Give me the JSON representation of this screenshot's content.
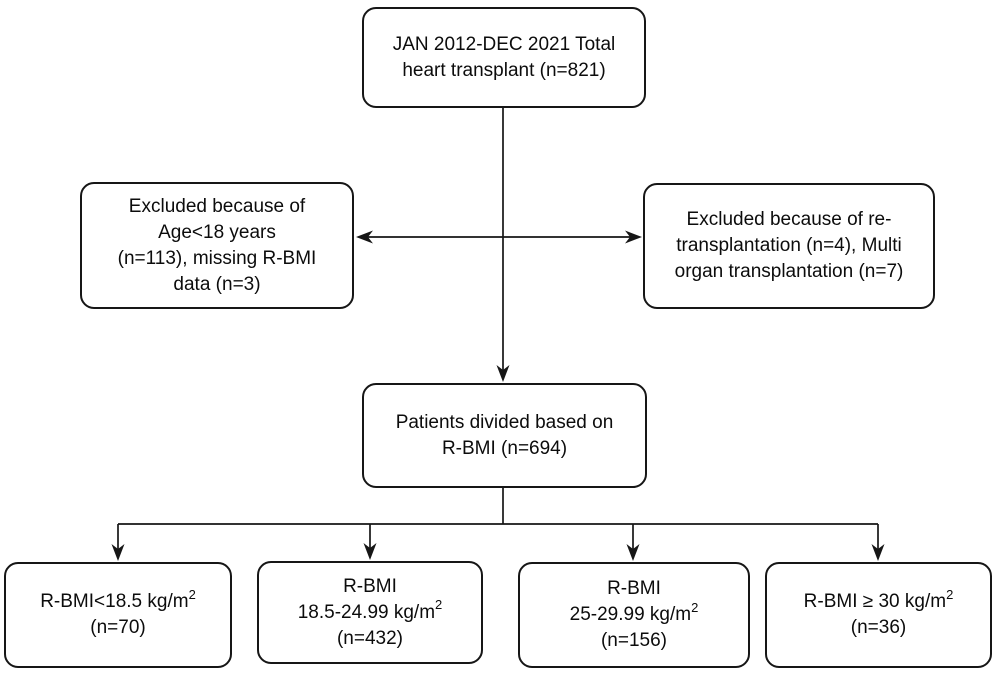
{
  "diagram": {
    "type": "flowchart",
    "colors": {
      "line": "#161616",
      "box_border": "#161616",
      "box_fill": "#ffffff",
      "text": "#0c0c0c",
      "background": "#ffffff"
    },
    "boxes": {
      "total": {
        "lines": [
          [
            {
              "text": "JAN 2012-DEC 2021 Total"
            }
          ],
          [
            {
              "text": "heart transplant (n=821)"
            }
          ]
        ]
      },
      "excluded_left": {
        "lines": [
          [
            {
              "text": "Excluded because of"
            }
          ],
          [
            {
              "text": "Age<18 years"
            }
          ],
          [
            {
              "text": "(n=113), missing R-BMI"
            }
          ],
          [
            {
              "text": "data (n=3)"
            }
          ]
        ]
      },
      "excluded_right": {
        "lines": [
          [
            {
              "text": "Excluded because of re-"
            }
          ],
          [
            {
              "text": "transplantation (n=4), Multi"
            }
          ],
          [
            {
              "text": "organ transplantation (n=7)"
            }
          ]
        ]
      },
      "divided": {
        "lines": [
          [
            {
              "text": "Patients divided based on"
            }
          ],
          [
            {
              "text": "R-BMI (n=694)"
            }
          ]
        ]
      },
      "bmi_under_18_5": {
        "lines": [
          [
            {
              "text": "R-BMI<18.5 kg/m"
            },
            {
              "text": "2",
              "sup": true
            }
          ],
          [
            {
              "text": "(n=70)"
            }
          ]
        ]
      },
      "bmi_18_5_to_24_99": {
        "lines": [
          [
            {
              "text": "R-BMI"
            }
          ],
          [
            {
              "text": "18.5-24.99 kg/m"
            },
            {
              "text": "2",
              "sup": true
            }
          ],
          [
            {
              "text": "(n=432)"
            }
          ]
        ]
      },
      "bmi_25_to_29_99": {
        "lines": [
          [
            {
              "text": "R-BMI"
            }
          ],
          [
            {
              "text": "25-29.99 kg/m"
            },
            {
              "text": "2",
              "sup": true
            }
          ],
          [
            {
              "text": "(n=156)"
            }
          ]
        ]
      },
      "bmi_30_plus": {
        "lines": [
          [
            {
              "text": "R-BMI ≥ 30 kg/m"
            },
            {
              "text": "2",
              "sup": true
            }
          ],
          [
            {
              "text": "(n=36)"
            }
          ]
        ]
      }
    }
  }
}
